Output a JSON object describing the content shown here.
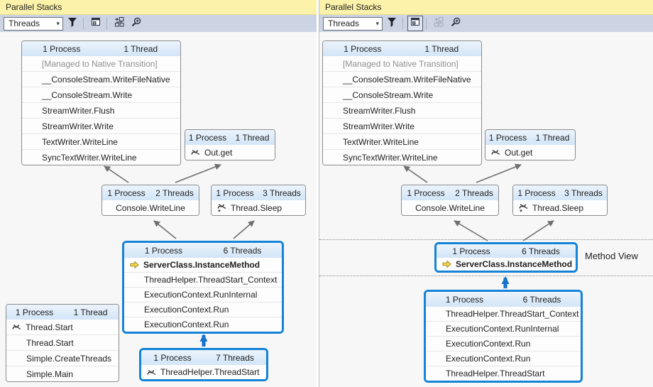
{
  "accents": {
    "highlight_blue": "#1583d6",
    "titlebar_yellow": "#fcf2a9",
    "toolbar_bg": "#ccd4e4",
    "arrow_gray": "#6f6f6f",
    "header_blue_top": "#ecf4fc",
    "header_blue_bottom": "#d2e5f7",
    "current_frame_yellow": "#f8dc4a"
  },
  "left": {
    "title": "Parallel Stacks",
    "toolbar": {
      "combo": "Threads"
    },
    "boxes": {
      "native": {
        "process": "1 Process",
        "threads": "1 Thread",
        "rows": [
          "[Managed to Native Transition]",
          "__ConsoleStream.WriteFileNative",
          "__ConsoleStream.Write",
          "StreamWriter.Flush",
          "StreamWriter.Write",
          "TextWriter.WriteLine",
          "SyncTextWriter.WriteLine"
        ]
      },
      "outget": {
        "process": "1 Process",
        "threads": "1 Thread",
        "method": "Out.get"
      },
      "console": {
        "process": "1 Process",
        "threads": "2 Threads",
        "method": "Console.WriteLine"
      },
      "sleep": {
        "process": "1 Process",
        "threads": "3 Threads",
        "method": "Thread.Sleep"
      },
      "server": {
        "process": "1 Process",
        "threads": "6 Threads",
        "current": "ServerClass.InstanceMethod",
        "rows": [
          "ThreadHelper.ThreadStart_Context",
          "ExecutionContext.RunInternal",
          "ExecutionContext.Run",
          "ExecutionContext.Run"
        ]
      },
      "main": {
        "process": "1 Process",
        "threads": "1 Thread",
        "first": "Thread.Start",
        "rows": [
          "Thread.Start",
          "Simple.CreateThreads",
          "Simple.Main"
        ]
      },
      "start": {
        "process": "1 Process",
        "threads": "7 Threads",
        "method": "ThreadHelper.ThreadStart"
      }
    }
  },
  "right": {
    "title": "Parallel Stacks",
    "toolbar": {
      "combo": "Threads"
    },
    "method_view_label": "Method View",
    "boxes": {
      "native": {
        "process": "1 Process",
        "threads": "1 Thread",
        "rows": [
          "[Managed to Native Transition]",
          "__ConsoleStream.WriteFileNative",
          "__ConsoleStream.Write",
          "StreamWriter.Flush",
          "StreamWriter.Write",
          "TextWriter.WriteLine",
          "SyncTextWriter.WriteLine"
        ]
      },
      "outget": {
        "process": "1 Process",
        "threads": "1 Thread",
        "method": "Out.get"
      },
      "console": {
        "process": "1 Process",
        "threads": "2 Threads",
        "method": "Console.WriteLine"
      },
      "sleep": {
        "process": "1 Process",
        "threads": "3 Threads",
        "method": "Thread.Sleep"
      },
      "server": {
        "process": "1 Process",
        "threads": "6 Threads",
        "current": "ServerClass.InstanceMethod"
      },
      "stack": {
        "process": "1 Process",
        "threads": "6 Threads",
        "rows": [
          "ThreadHelper.ThreadStart_Context",
          "ExecutionContext.RunInternal",
          "ExecutionContext.Run",
          "ExecutionContext.Run",
          "ThreadHelper.ThreadStart"
        ]
      }
    }
  }
}
